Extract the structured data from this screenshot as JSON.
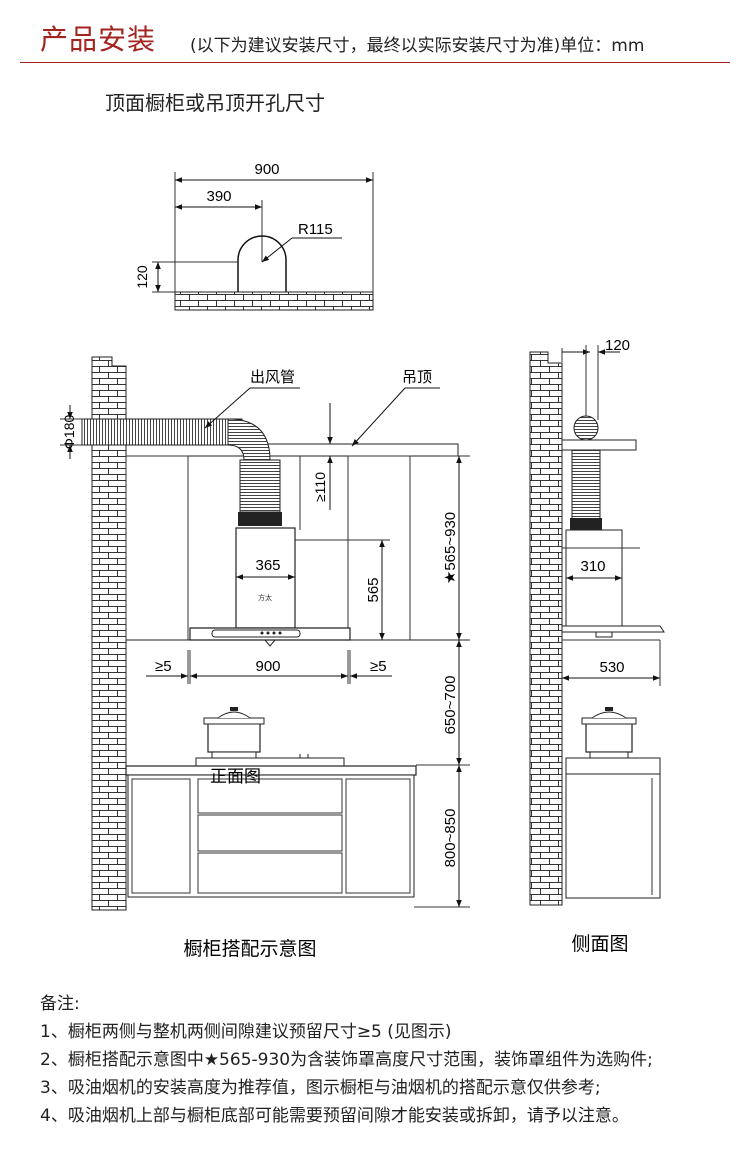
{
  "header": {
    "title": "产品安装",
    "subtitle": "(以下为建议安装尺寸，最终以实际安装尺寸为准)单位：mm"
  },
  "top_view": {
    "title": "顶面橱柜或吊顶开孔尺寸",
    "dim_width": "900",
    "dim_offset": "390",
    "dim_radius": "R115",
    "dim_height": "120"
  },
  "front_view": {
    "label_duct": "出风管",
    "label_ceiling": "吊顶",
    "dim_duct_dia": "Φ180",
    "dim_gap_top": "≥110",
    "dim_cover_range": "★565~930",
    "dim_chimney_width": "365",
    "dim_chimney_height": "565",
    "dim_left_gap": "≥5",
    "dim_hood_width": "900",
    "dim_right_gap": "≥5",
    "dim_install_height": "650~700",
    "dim_counter_height": "800~850",
    "view_label": "正面图",
    "caption": "橱柜搭配示意图",
    "brand_mark": "方太"
  },
  "side_view": {
    "dim_wall_offset": "120",
    "dim_chimney_depth": "310",
    "dim_hood_depth": "530",
    "caption": "侧面图"
  },
  "notes": {
    "heading": "备注:",
    "items": [
      "1、橱柜两侧与整机两侧间隙建议预留尺寸≥5 (见图示)",
      "2、橱柜搭配示意图中★565-930为含装饰罩高度尺寸范围，装饰罩组件为选购件;",
      "3、吸油烟机的安装高度为推荐值，图示橱柜与油烟机的搭配示意仅供参考;",
      "4、吸油烟机上部与橱柜底部可能需要预留间隙才能安装或拆卸，请予以注意。"
    ]
  }
}
